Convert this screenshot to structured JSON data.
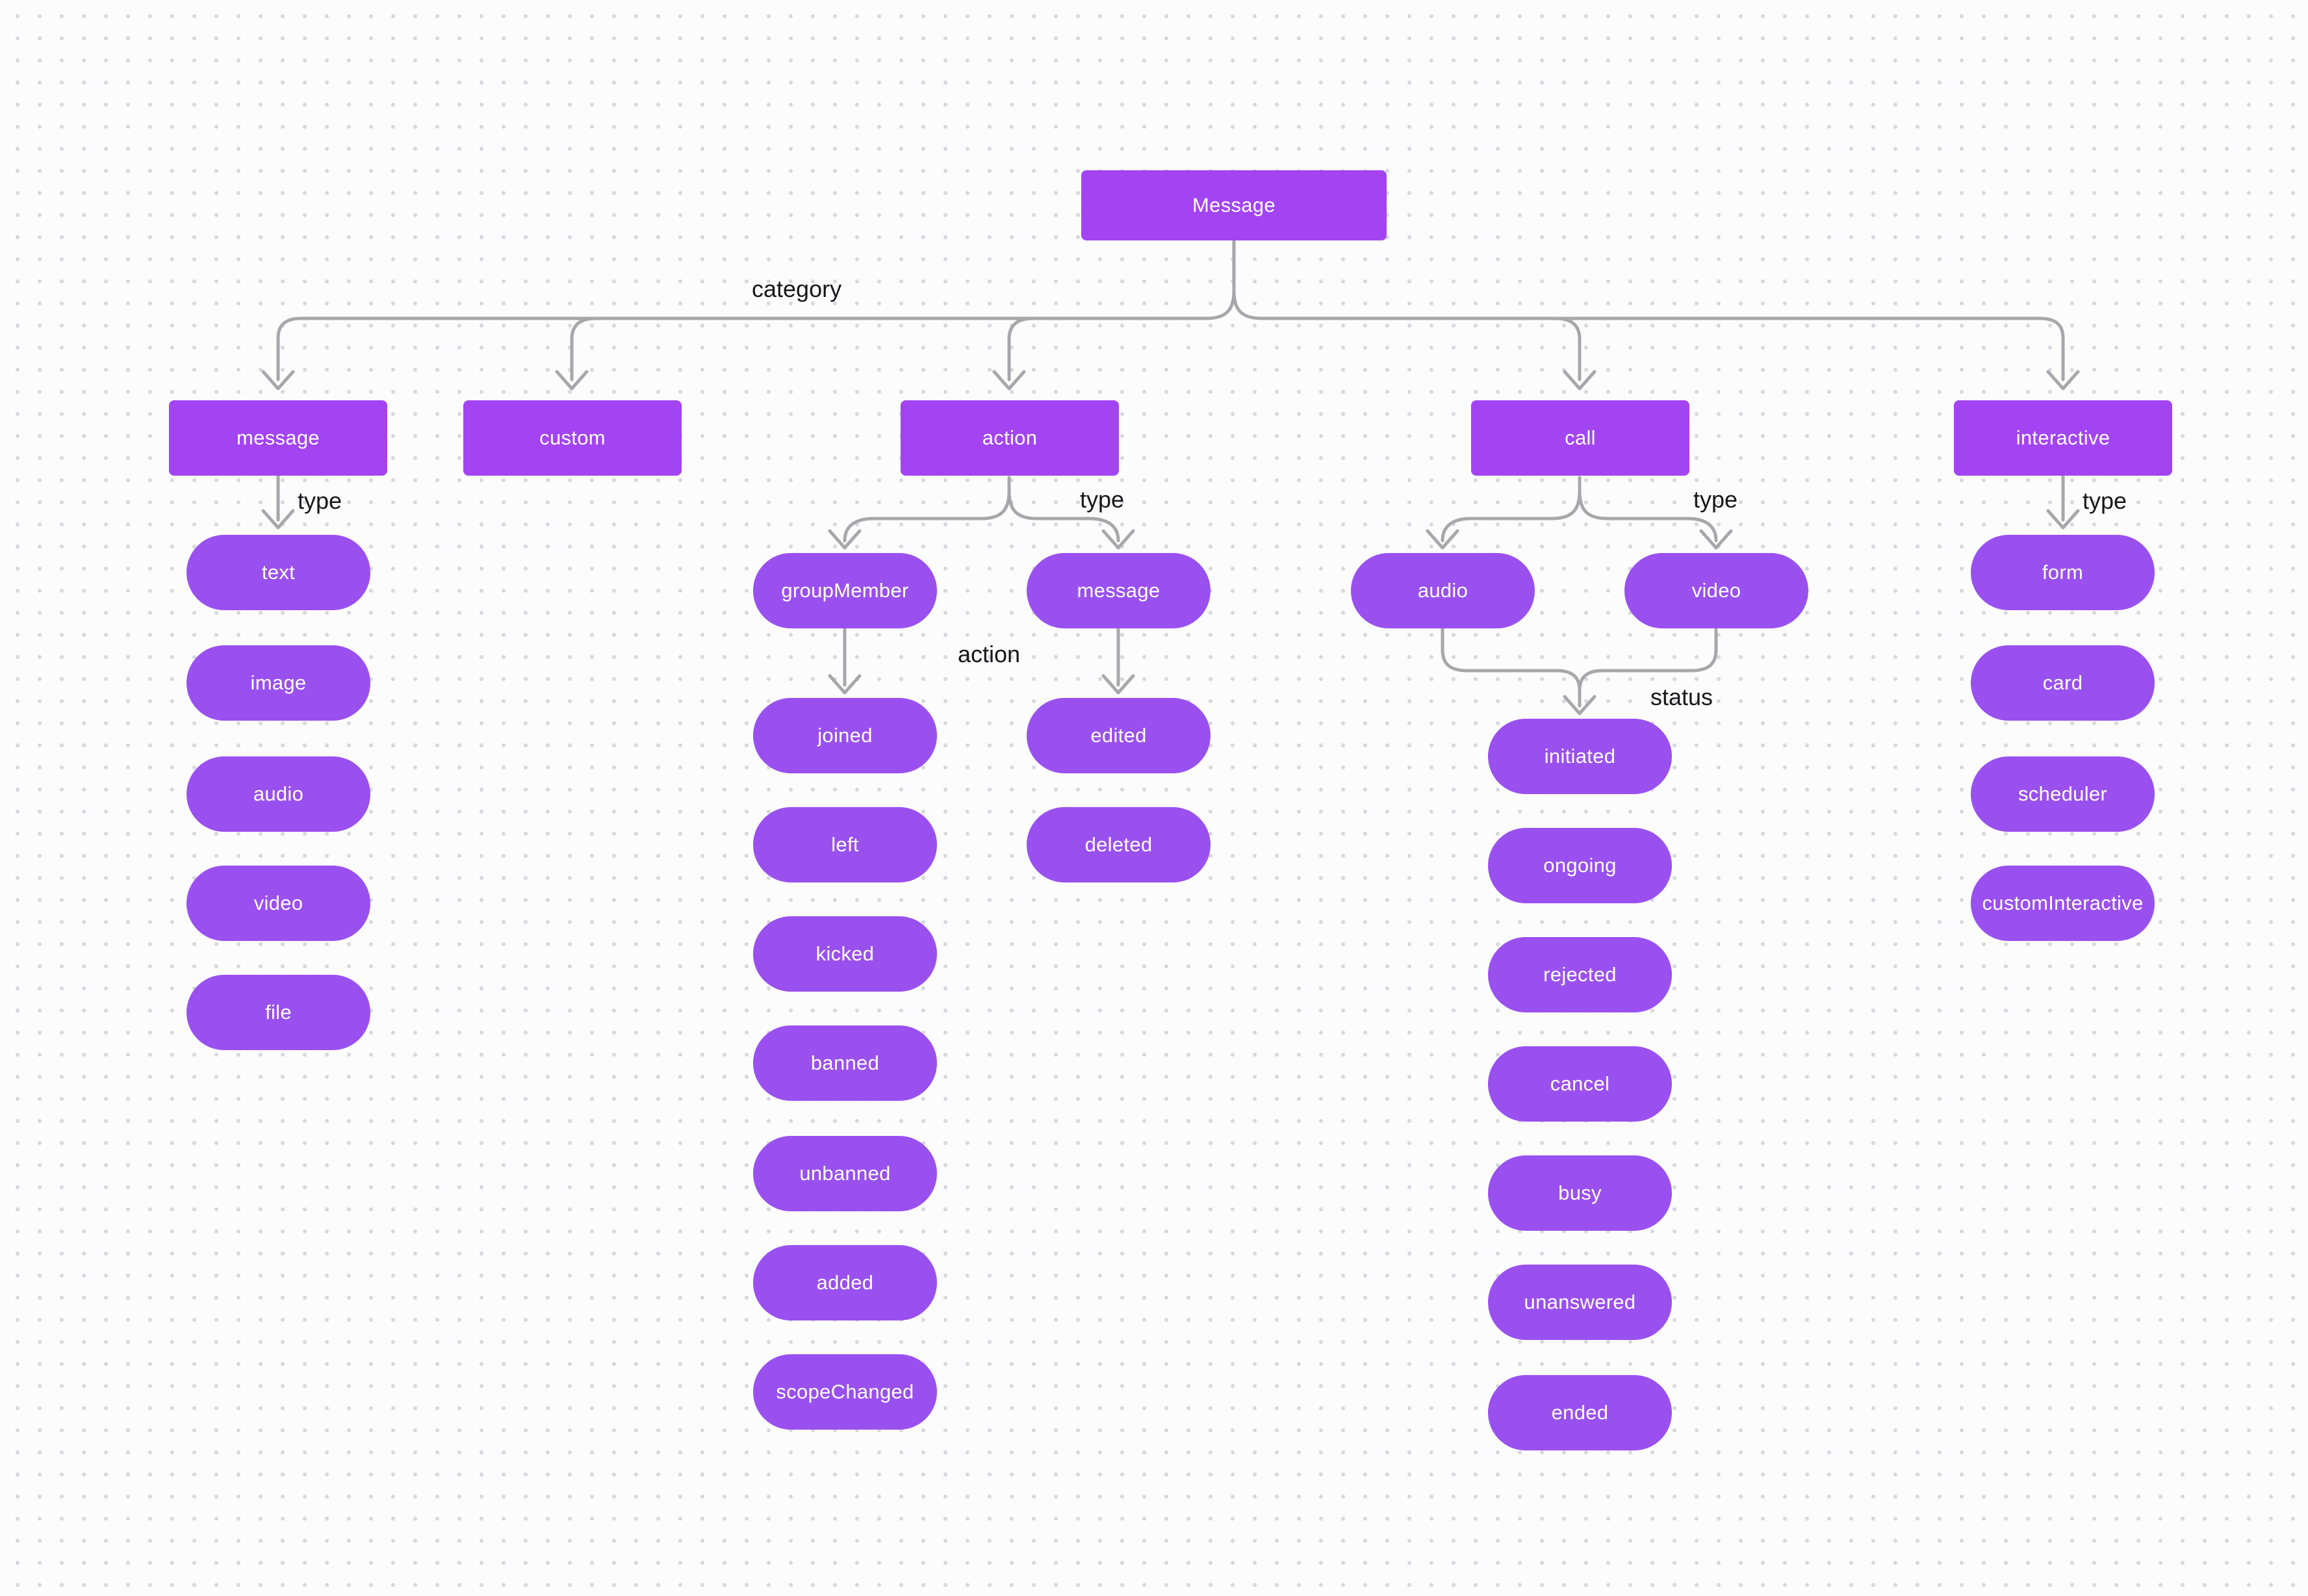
{
  "colors": {
    "bg": "#fcfcfd",
    "dot": "#d7d7dd",
    "edge": "#a7a7ab",
    "label": "#17171c",
    "rect": "#a344f3",
    "pill": "#9a50ef",
    "nodeText": "#ffffff"
  },
  "diagram": {
    "root": "Message",
    "labels": {
      "category": "category",
      "messageType": "type",
      "actionType": "type",
      "callType": "type",
      "interactiveType": "type",
      "groupMemberAction": "action",
      "callStatus": "status"
    },
    "message": {
      "label": "message",
      "types": [
        "text",
        "image",
        "audio",
        "video",
        "file"
      ]
    },
    "custom": {
      "label": "custom"
    },
    "action": {
      "label": "action",
      "groupMember": {
        "label": "groupMember",
        "actions": [
          "joined",
          "left",
          "kicked",
          "banned",
          "unbanned",
          "added",
          "scopeChanged"
        ]
      },
      "message": {
        "label": "message",
        "actions": [
          "edited",
          "deleted"
        ]
      }
    },
    "call": {
      "label": "call",
      "types": [
        "audio",
        "video"
      ],
      "statuses": [
        "initiated",
        "ongoing",
        "rejected",
        "cancel",
        "busy",
        "unanswered",
        "ended"
      ]
    },
    "interactive": {
      "label": "interactive",
      "types": [
        "form",
        "card",
        "scheduler",
        "customInteractive"
      ]
    }
  }
}
